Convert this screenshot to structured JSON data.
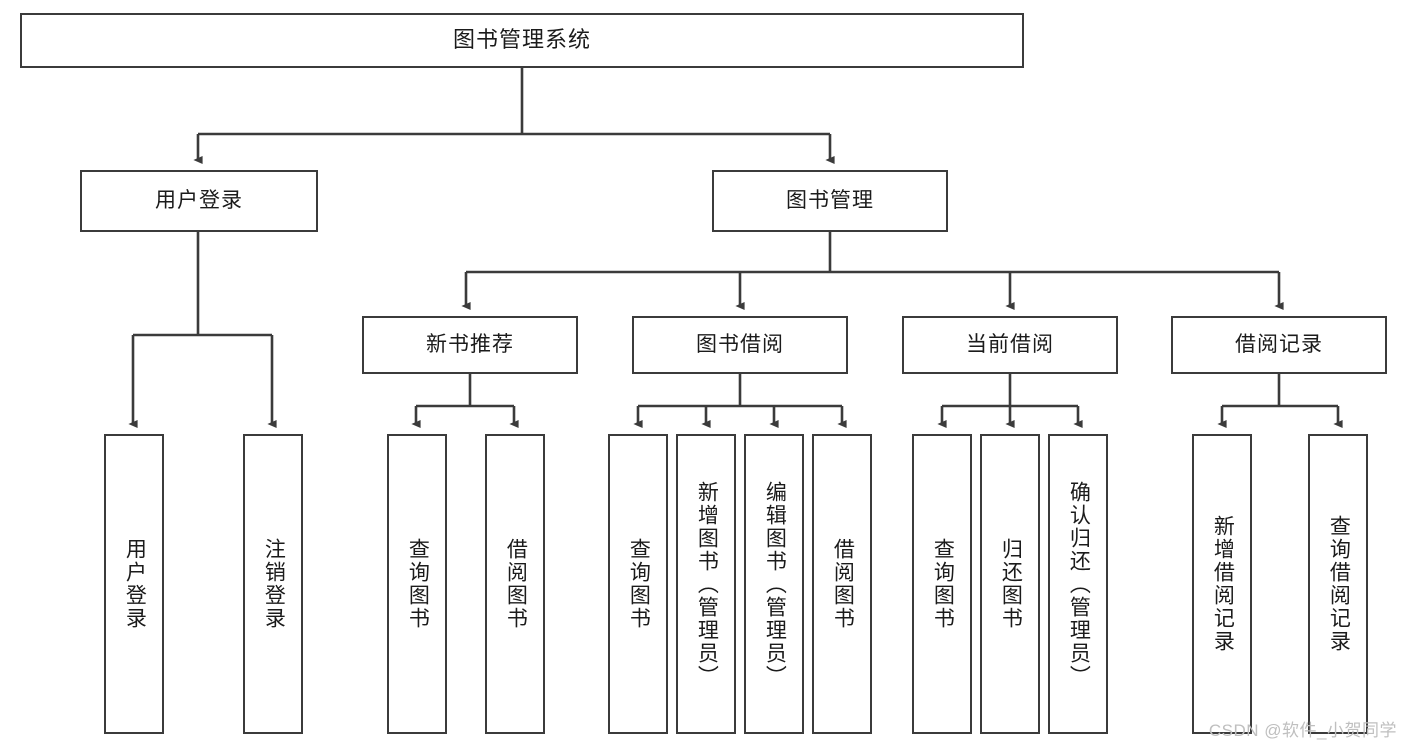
{
  "diagram": {
    "title": "图书管理系统",
    "type": "tree-hierarchy",
    "stroke_color": "#3b3b3b",
    "fill_color": "#ffffff",
    "text_color": "#1b1b1b"
  },
  "watermark": {
    "text": "CSDN @软件_小贺同学",
    "color": "#bfbfbf"
  },
  "nodes": {
    "root": {
      "label": "图书管理系统"
    },
    "level2": [
      {
        "id": "user-login",
        "label": "用户登录"
      },
      {
        "id": "book-manage",
        "label": "图书管理"
      }
    ],
    "level3": [
      {
        "id": "new-book-recommend",
        "label": "新书推荐"
      },
      {
        "id": "book-borrow",
        "label": "图书借阅"
      },
      {
        "id": "current-borrow",
        "label": "当前借阅"
      },
      {
        "id": "borrow-record",
        "label": "借阅记录"
      }
    ],
    "leaves": {
      "user_login": [
        {
          "id": "leaf-user-login",
          "label": "用户登录"
        },
        {
          "id": "leaf-logout-login",
          "label": "注销登录"
        }
      ],
      "new_book_recommend": [
        {
          "id": "leaf-query-book-1",
          "label": "查询图书"
        },
        {
          "id": "leaf-borrow-book-1",
          "label": "借阅图书"
        }
      ],
      "book_borrow": [
        {
          "id": "leaf-query-book-2",
          "label": "查询图书"
        },
        {
          "id": "leaf-add-book-admin",
          "label": "新增图书（管理员）"
        },
        {
          "id": "leaf-edit-book-admin",
          "label": "编辑图书（管理员）"
        },
        {
          "id": "leaf-borrow-book-2",
          "label": "借阅图书"
        }
      ],
      "current_borrow": [
        {
          "id": "leaf-query-book-3",
          "label": "查询图书"
        },
        {
          "id": "leaf-return-book",
          "label": "归还图书"
        },
        {
          "id": "leaf-confirm-return-admin",
          "label": "确认归还（管理员）"
        }
      ],
      "borrow_record": [
        {
          "id": "leaf-add-borrow-record",
          "label": "新增借阅记录"
        },
        {
          "id": "leaf-query-borrow-record",
          "label": "查询借阅记录"
        }
      ]
    }
  }
}
